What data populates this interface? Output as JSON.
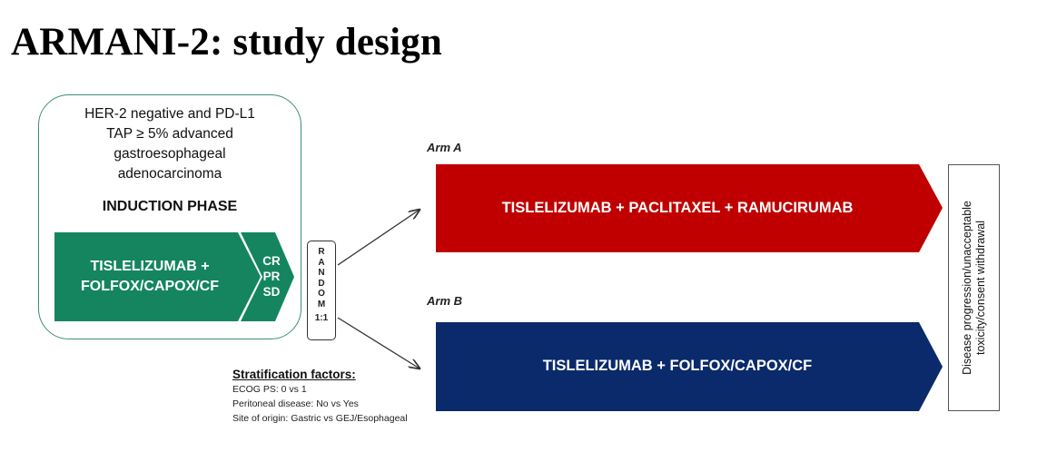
{
  "title": "ARMANI-2: study design",
  "population": {
    "lines": [
      "HER-2 negative and PD-L1",
      "TAP ≥ 5% advanced",
      "gastroesophageal",
      "adenocarcinoma"
    ]
  },
  "induction": {
    "label": "INDUCTION PHASE",
    "regimen_lines": [
      "TISLELIZUMAB +",
      "FOLFOX/CAPOX/CF"
    ],
    "response_lines": [
      "CR",
      "PR",
      "SD"
    ]
  },
  "randomization": {
    "letters": [
      "R",
      "A",
      "N",
      "D",
      "O",
      "M"
    ],
    "ratio": "1:1"
  },
  "arm_a": {
    "label": "Arm A",
    "regimen": "TISLELIZUMAB + PACLITAXEL + RAMUCIRUMAB",
    "color": "#c00000"
  },
  "arm_b": {
    "label": "Arm B",
    "regimen": "TISLELIZUMAB + FOLFOX/CAPOX/CF",
    "color": "#0a2a6b"
  },
  "induction_color": "#14855f",
  "endpoint": {
    "lines": [
      "Disease progression/unacceptable",
      "toxicity/consent withdrawal"
    ]
  },
  "stratification": {
    "heading": "Stratification factors:",
    "items": [
      "ECOG PS: 0 vs 1",
      "Peritoneal disease: No vs Yes",
      "Site of origin: Gastric vs GEJ/Esophageal"
    ]
  }
}
